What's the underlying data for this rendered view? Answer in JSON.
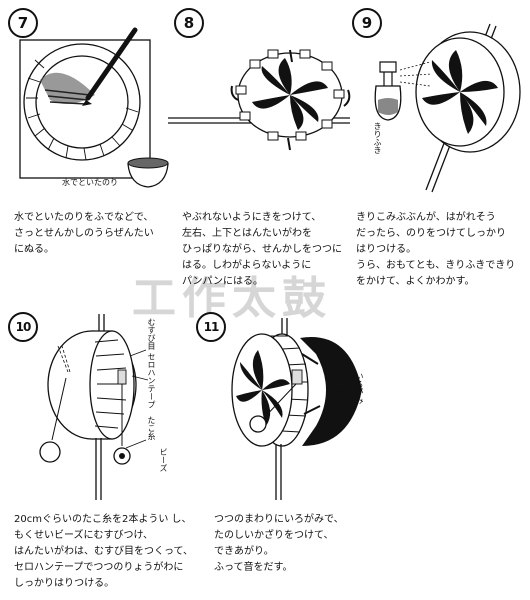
{
  "steps": [
    {
      "number": "7",
      "caption": "水でといたのりをふでなどで、\nさっとせんかしのうらぜんたい\nにぬる。",
      "label": "水でといたのり"
    },
    {
      "number": "8",
      "caption": "やぶれないようにきをつけて、\n左右、上下とはんたいがわを\nひっぱりながら、せんかしをつつに\nはる。しわがよらないように\nパンパンにはる。"
    },
    {
      "number": "9",
      "caption": "きりこみぶぶんが、はがれそう\nだったら、のりをつけてしっかり\nはりつける。\nうら、おもてとも、きりふきできり\nをかけて、よくかわかす。",
      "label": "きりふき"
    },
    {
      "number": "10",
      "caption": "20cmぐらいのたこ糸を2本ようい し、\nもくせいビーズにむすびつけ、\nはんたいがわは、むすび目をつくって、\nセロハンテープでつつのりょうがわに\nしっかりはりつける。",
      "label_tape": "むすび目 セロハンテープ",
      "label_string": "たこ糸",
      "label_bead": "ビーズ"
    },
    {
      "number": "11",
      "caption": "つつのまわりにいろがみで、\nたのしいかざりをつけて、\nできあがり。\nふって音をだす。",
      "label": "いろがみ"
    }
  ],
  "watermark": "工作太鼓"
}
